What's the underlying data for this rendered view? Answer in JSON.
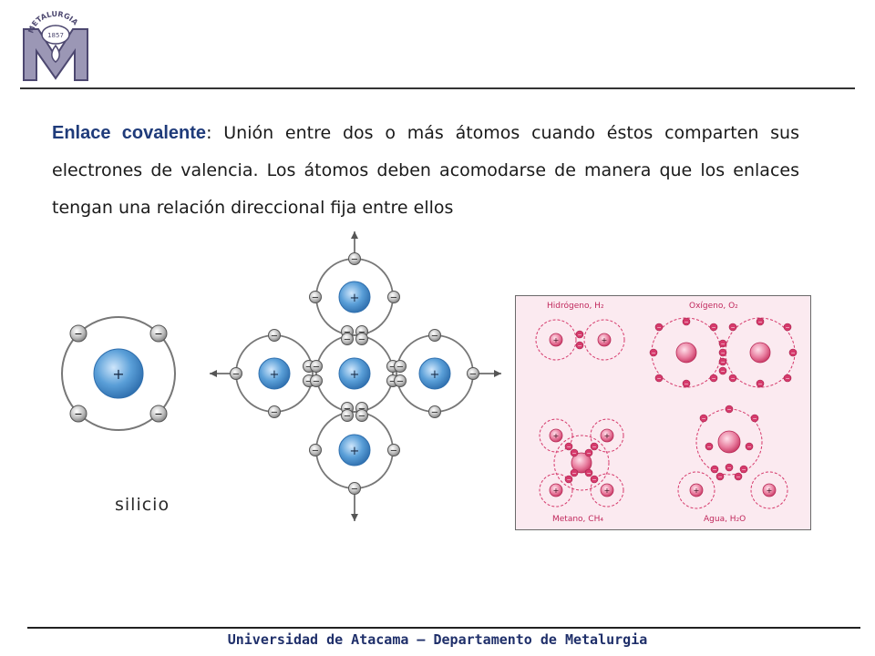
{
  "logo": {
    "ring_text": "METALURGIA",
    "year": "1857",
    "letter": "M"
  },
  "content": {
    "term": "Enlace covalente",
    "colon": ":",
    "definition": " Unión entre dos o más átomos cuando éstos comparten sus electrones de valencia. Los átomos deben acomodarse de manera que los enlaces tengan una relación direccional fija entre ellos"
  },
  "figure": {
    "caption": "silicio",
    "nucleus_symbol": "+",
    "electron_symbol": "−",
    "molecules": {
      "hydrogen": "Hidrógeno, H₂",
      "oxygen": "Oxígeno, O₂",
      "methane": "Metano, CH₄",
      "water": "Agua, H₂O"
    }
  },
  "footer": {
    "text": "Universidad de Atacama – Departamento de Metalurgia"
  },
  "colors": {
    "title_blue": "#1f3b7a",
    "footer_blue": "#1f2f6a",
    "nucleus_blue": "#5a9fd8",
    "molecule_pink": "#d63a6c",
    "panel_bg": "#fbeaf0"
  }
}
